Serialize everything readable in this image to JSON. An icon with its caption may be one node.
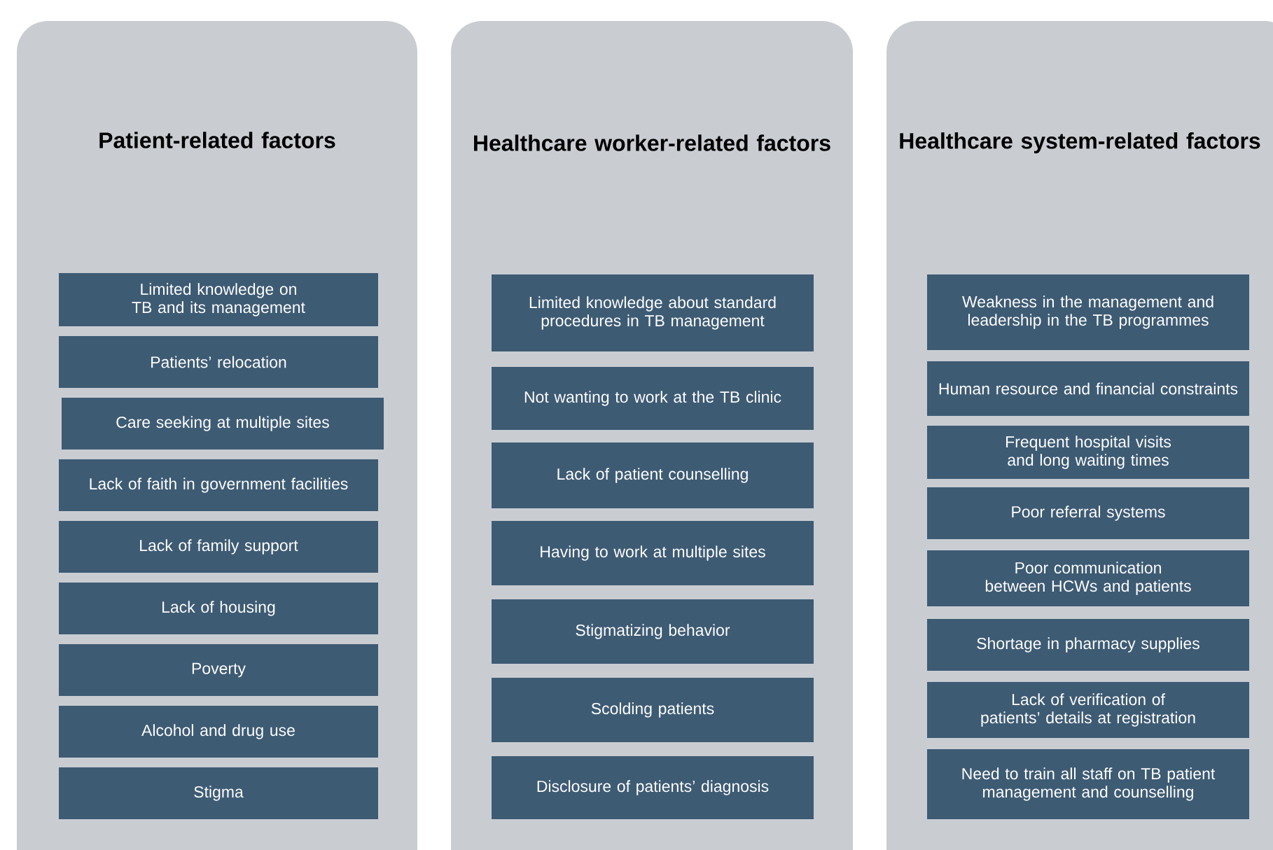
{
  "diagram": {
    "nodes": [
      {
        "text": [
          "Patient-related factors"
        ]
      },
      {
        "text": [
          "Limited knowledge on TB and its management"
        ],
        "in": 0
      },
      {
        "text": [
          "Patients’ relocation"
        ],
        "in": 0
      },
      {
        "text": [
          "Care seeking at multiple sites"
        ],
        "in": 0
      },
      {
        "text": [
          "Lack of faith in government facilities"
        ],
        "in": 0
      },
      {
        "text": [
          "Lack of  family support"
        ],
        "in": 0
      },
      {
        "text": [
          "Lack of housing"
        ],
        "in": 0
      },
      {
        "text": [
          "Poverty"
        ],
        "in": 0
      },
      {
        "text": [
          "Alcohol and drug use"
        ],
        "in": 0
      },
      {
        "text": [
          "Stigma"
        ],
        "in": 0
      },
      {
        "text": [
          "Healthcare worker-related factors"
        ]
      },
      {
        "text": [
          "Limited knowledge about standard procedures in TB management"
        ],
        "in": 10
      },
      {
        "text": [
          "Not wanting to work at the TB clinic"
        ],
        "in": 10
      },
      {
        "text": [
          "Lack of patient counselling"
        ],
        "in": 10
      },
      {
        "text": [
          "Having to work at multiple sites"
        ],
        "in": 10
      },
      {
        "text": [
          "Stigmatizing behavior"
        ],
        "in": 10
      },
      {
        "text": [
          "Scolding patients"
        ],
        "in": 10
      },
      {
        "text": [
          "Disclosure of patients’ diagnosis"
        ],
        "in": 10
      },
      {
        "text": [
          "Healthcare system-related factors"
        ]
      },
      {
        "text": [
          "Weakness in the management and leadership in the TB programmes"
        ],
        "in": 18
      },
      {
        "text": [
          "Human resource and financial constraints"
        ],
        "in": 18
      },
      {
        "text": [
          "Frequent hospital visits and long waiting times"
        ],
        "in": 18
      },
      {
        "text": [
          "Poor referral systems"
        ],
        "in": 18
      },
      {
        "text": [
          "Poor communication between HCWs and patients"
        ],
        "in": 18
      },
      {
        "text": [
          "Shortage in pharmacy supplies"
        ],
        "in": 18
      },
      {
        "text": [
          "Lack of verification of patients’ details at registration"
        ],
        "in": 18
      },
      {
        "text": [
          "Need to train all staff on TB patient management and counselling"
        ],
        "in": 18
      }
    ]
  }
}
